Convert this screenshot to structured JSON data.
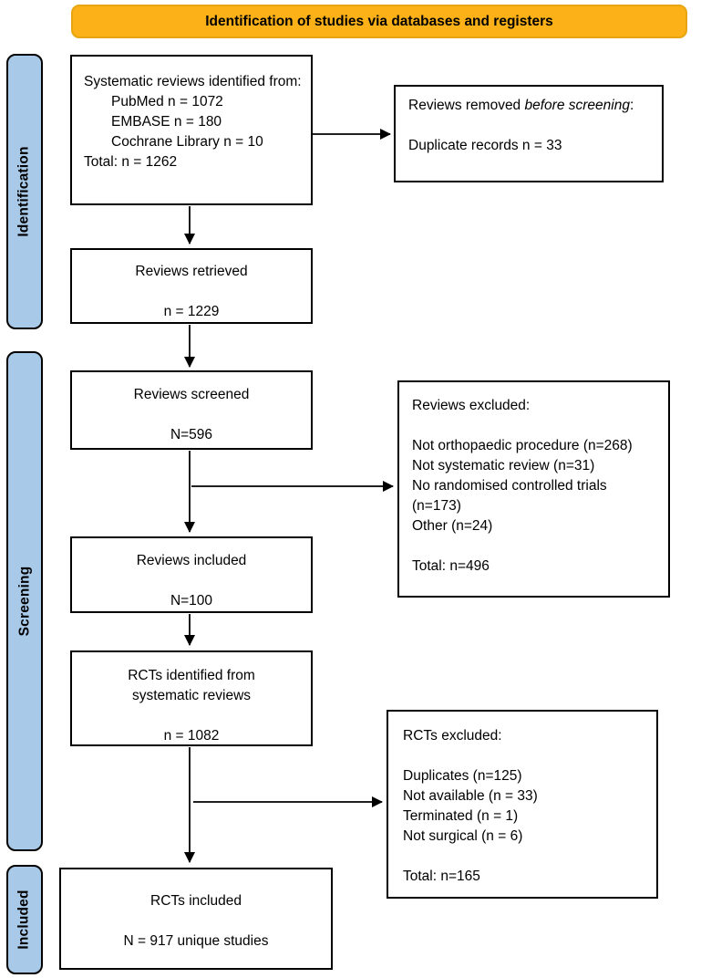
{
  "banner": {
    "title": "Identification of studies via databases and registers"
  },
  "stages": {
    "identification": "Identification",
    "screening": "Screening",
    "included": "Included"
  },
  "boxes": {
    "sr_identified": {
      "intro": "Systematic reviews identified from:",
      "sources": [
        "PubMed n = 1072",
        "EMBASE n = 180",
        "Cochrane Library n = 10"
      ],
      "total": "Total: n = 1262"
    },
    "removed_before_screening": {
      "title_prefix": "Reviews removed ",
      "title_italic": "before screening",
      "title_suffix": ":",
      "body": "Duplicate records n = 33"
    },
    "reviews_retrieved": {
      "title": "Reviews retrieved",
      "count": "n = 1229"
    },
    "reviews_screened": {
      "title": "Reviews screened",
      "count": "N=596"
    },
    "reviews_excluded": {
      "title": "Reviews excluded:",
      "reasons": [
        "Not orthopaedic procedure (n=268)",
        "Not systematic review (n=31)",
        "No randomised controlled trials (n=173)",
        "Other (n=24)"
      ],
      "total": "Total: n=496"
    },
    "reviews_included": {
      "title": "Reviews included",
      "count": "N=100"
    },
    "rcts_identified": {
      "title": "RCTs identified from systematic reviews",
      "count": "n = 1082"
    },
    "rcts_excluded": {
      "title": "RCTs excluded:",
      "reasons": [
        "Duplicates (n=125)",
        "Not available (n = 33)",
        "Terminated (n = 1)",
        "Not surgical (n = 6)"
      ],
      "total": "Total: n=165"
    },
    "rcts_included": {
      "title": "RCTs included",
      "count": "N = 917 unique studies"
    }
  },
  "colors": {
    "banner_fill": "#FBB117",
    "banner_border": "#E8A511",
    "stage_fill": "#A9C9E8",
    "box_border": "#000000"
  }
}
